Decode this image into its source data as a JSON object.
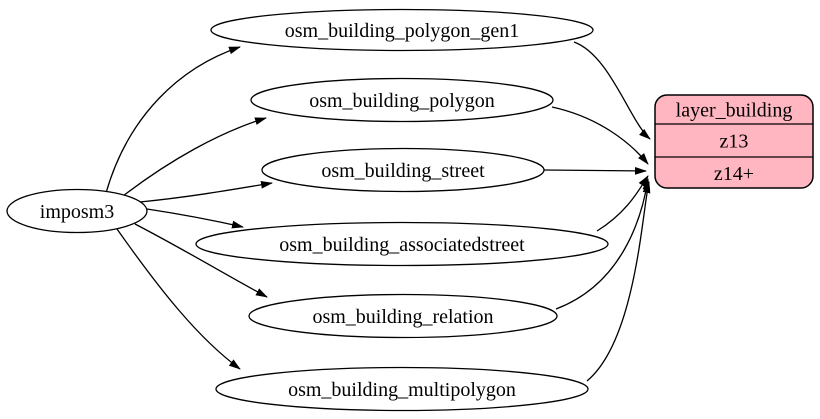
{
  "diagram": {
    "type": "digraph",
    "background_color": "#ffffff",
    "edge_color": "#000000",
    "nodes": {
      "imposm3": {
        "label": "imposm3",
        "shape": "ellipse",
        "fill": "#ffffff"
      },
      "polygon_gen1": {
        "label": "osm_building_polygon_gen1",
        "shape": "ellipse",
        "fill": "#ffffff"
      },
      "polygon": {
        "label": "osm_building_polygon",
        "shape": "ellipse",
        "fill": "#ffffff"
      },
      "street": {
        "label": "osm_building_street",
        "shape": "ellipse",
        "fill": "#ffffff"
      },
      "associatedstreet": {
        "label": "osm_building_associatedstreet",
        "shape": "ellipse",
        "fill": "#ffffff"
      },
      "relation": {
        "label": "osm_building_relation",
        "shape": "ellipse",
        "fill": "#ffffff"
      },
      "multipolygon": {
        "label": "osm_building_multipolygon",
        "shape": "ellipse",
        "fill": "#ffffff"
      },
      "layer_building": {
        "title": "layer_building",
        "rows": [
          "z13",
          "z14+"
        ],
        "shape": "rounded-record",
        "fill": "#ffb6c1",
        "border": "#000000"
      }
    },
    "edges": [
      {
        "from": "imposm3",
        "to": "osm_building_polygon_gen1"
      },
      {
        "from": "imposm3",
        "to": "osm_building_polygon"
      },
      {
        "from": "imposm3",
        "to": "osm_building_street"
      },
      {
        "from": "imposm3",
        "to": "osm_building_associatedstreet"
      },
      {
        "from": "imposm3",
        "to": "osm_building_relation"
      },
      {
        "from": "imposm3",
        "to": "osm_building_multipolygon"
      },
      {
        "from": "osm_building_polygon_gen1",
        "to": "layer_building:z13"
      },
      {
        "from": "osm_building_polygon",
        "to": "layer_building:z14+"
      },
      {
        "from": "osm_building_street",
        "to": "layer_building:z14+"
      },
      {
        "from": "osm_building_associatedstreet",
        "to": "layer_building:z14+"
      },
      {
        "from": "osm_building_relation",
        "to": "layer_building:z14+"
      },
      {
        "from": "osm_building_multipolygon",
        "to": "layer_building:z14+"
      }
    ]
  }
}
